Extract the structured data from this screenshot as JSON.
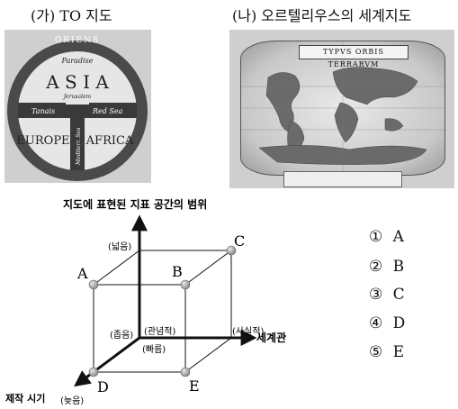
{
  "figure_a": {
    "caption": "(가) TO 지도",
    "labels": {
      "oriens": "ORIENS",
      "paradise": "Paradise",
      "asia": "A S I A",
      "jerusalem": "Jerusalem",
      "tanais": "Tanais",
      "red_sea": "Red Sea",
      "mediterranean": "Mediterr. Sea",
      "europe": "EUROPE",
      "africa": "AFRICA"
    }
  },
  "figure_b": {
    "caption": "(나) 오르텔리우스의 세계지도",
    "map_title": "TYPVS ORBIS TERRARVM"
  },
  "diagram": {
    "vertical_axis_title": "지도에 표현된 지표 공간의 범위",
    "horizontal_axis_title": "세계관",
    "depth_axis_title": "제작 시기",
    "vertical_high": "(넓음)",
    "vertical_low": "(좁음)",
    "horizontal_low": "(관념적)",
    "horizontal_high": "(사실적)",
    "depth_near": "(빠름)",
    "depth_far": "(늦음)",
    "points": {
      "A": "A",
      "B": "B",
      "C": "C",
      "D": "D",
      "E": "E"
    }
  },
  "options": [
    {
      "marker": "①",
      "value": "A"
    },
    {
      "marker": "②",
      "value": "B"
    },
    {
      "marker": "③",
      "value": "C"
    },
    {
      "marker": "④",
      "value": "D"
    },
    {
      "marker": "⑤",
      "value": "E"
    }
  ],
  "colors": {
    "map_dark": "#4a4a4a",
    "map_band": "#3a3a3a",
    "map_light": "#e6e6e6",
    "node": "#9a9a9a"
  }
}
